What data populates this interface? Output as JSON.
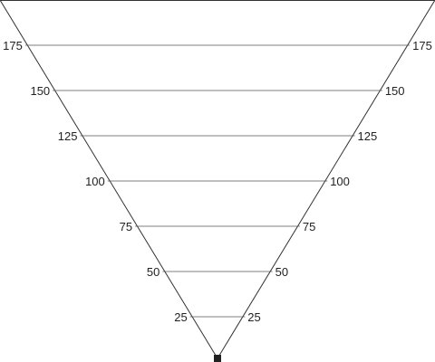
{
  "diagram": {
    "scale_ticks": [
      {
        "value": 25,
        "label": "25"
      },
      {
        "value": 50,
        "label": "50"
      },
      {
        "value": 75,
        "label": "75"
      },
      {
        "value": 100,
        "label": "100"
      },
      {
        "value": 125,
        "label": "125"
      },
      {
        "value": 150,
        "label": "150"
      },
      {
        "value": 175,
        "label": "175"
      }
    ],
    "colors": {
      "background": "#ffffff",
      "outline": "#333333",
      "gridline": "#555555",
      "text": "#222222",
      "vertex_marker": "#222222"
    }
  }
}
